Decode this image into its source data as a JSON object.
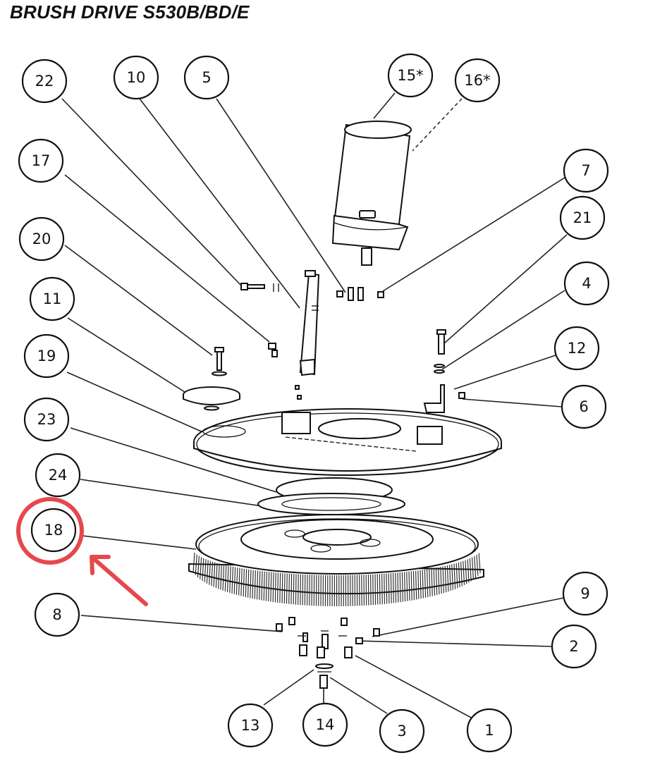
{
  "title": "BRUSH DRIVE S530B/BD/E",
  "highlight": {
    "target_callout": "18",
    "color": "#e5484d"
  },
  "callouts": [
    {
      "id": "22",
      "label": "22"
    },
    {
      "id": "10",
      "label": "10"
    },
    {
      "id": "5",
      "label": "5"
    },
    {
      "id": "15",
      "label": "15*"
    },
    {
      "id": "16",
      "label": "16*"
    },
    {
      "id": "17",
      "label": "17"
    },
    {
      "id": "7",
      "label": "7"
    },
    {
      "id": "21",
      "label": "21"
    },
    {
      "id": "20",
      "label": "20"
    },
    {
      "id": "4",
      "label": "4"
    },
    {
      "id": "11",
      "label": "11"
    },
    {
      "id": "12",
      "label": "12"
    },
    {
      "id": "19",
      "label": "19"
    },
    {
      "id": "6",
      "label": "6"
    },
    {
      "id": "23",
      "label": "23"
    },
    {
      "id": "24",
      "label": "24"
    },
    {
      "id": "18",
      "label": "18"
    },
    {
      "id": "9",
      "label": "9"
    },
    {
      "id": "8",
      "label": "8"
    },
    {
      "id": "2",
      "label": "2"
    },
    {
      "id": "13",
      "label": "13"
    },
    {
      "id": "14",
      "label": "14"
    },
    {
      "id": "3",
      "label": "3"
    },
    {
      "id": "1",
      "label": "1"
    }
  ]
}
